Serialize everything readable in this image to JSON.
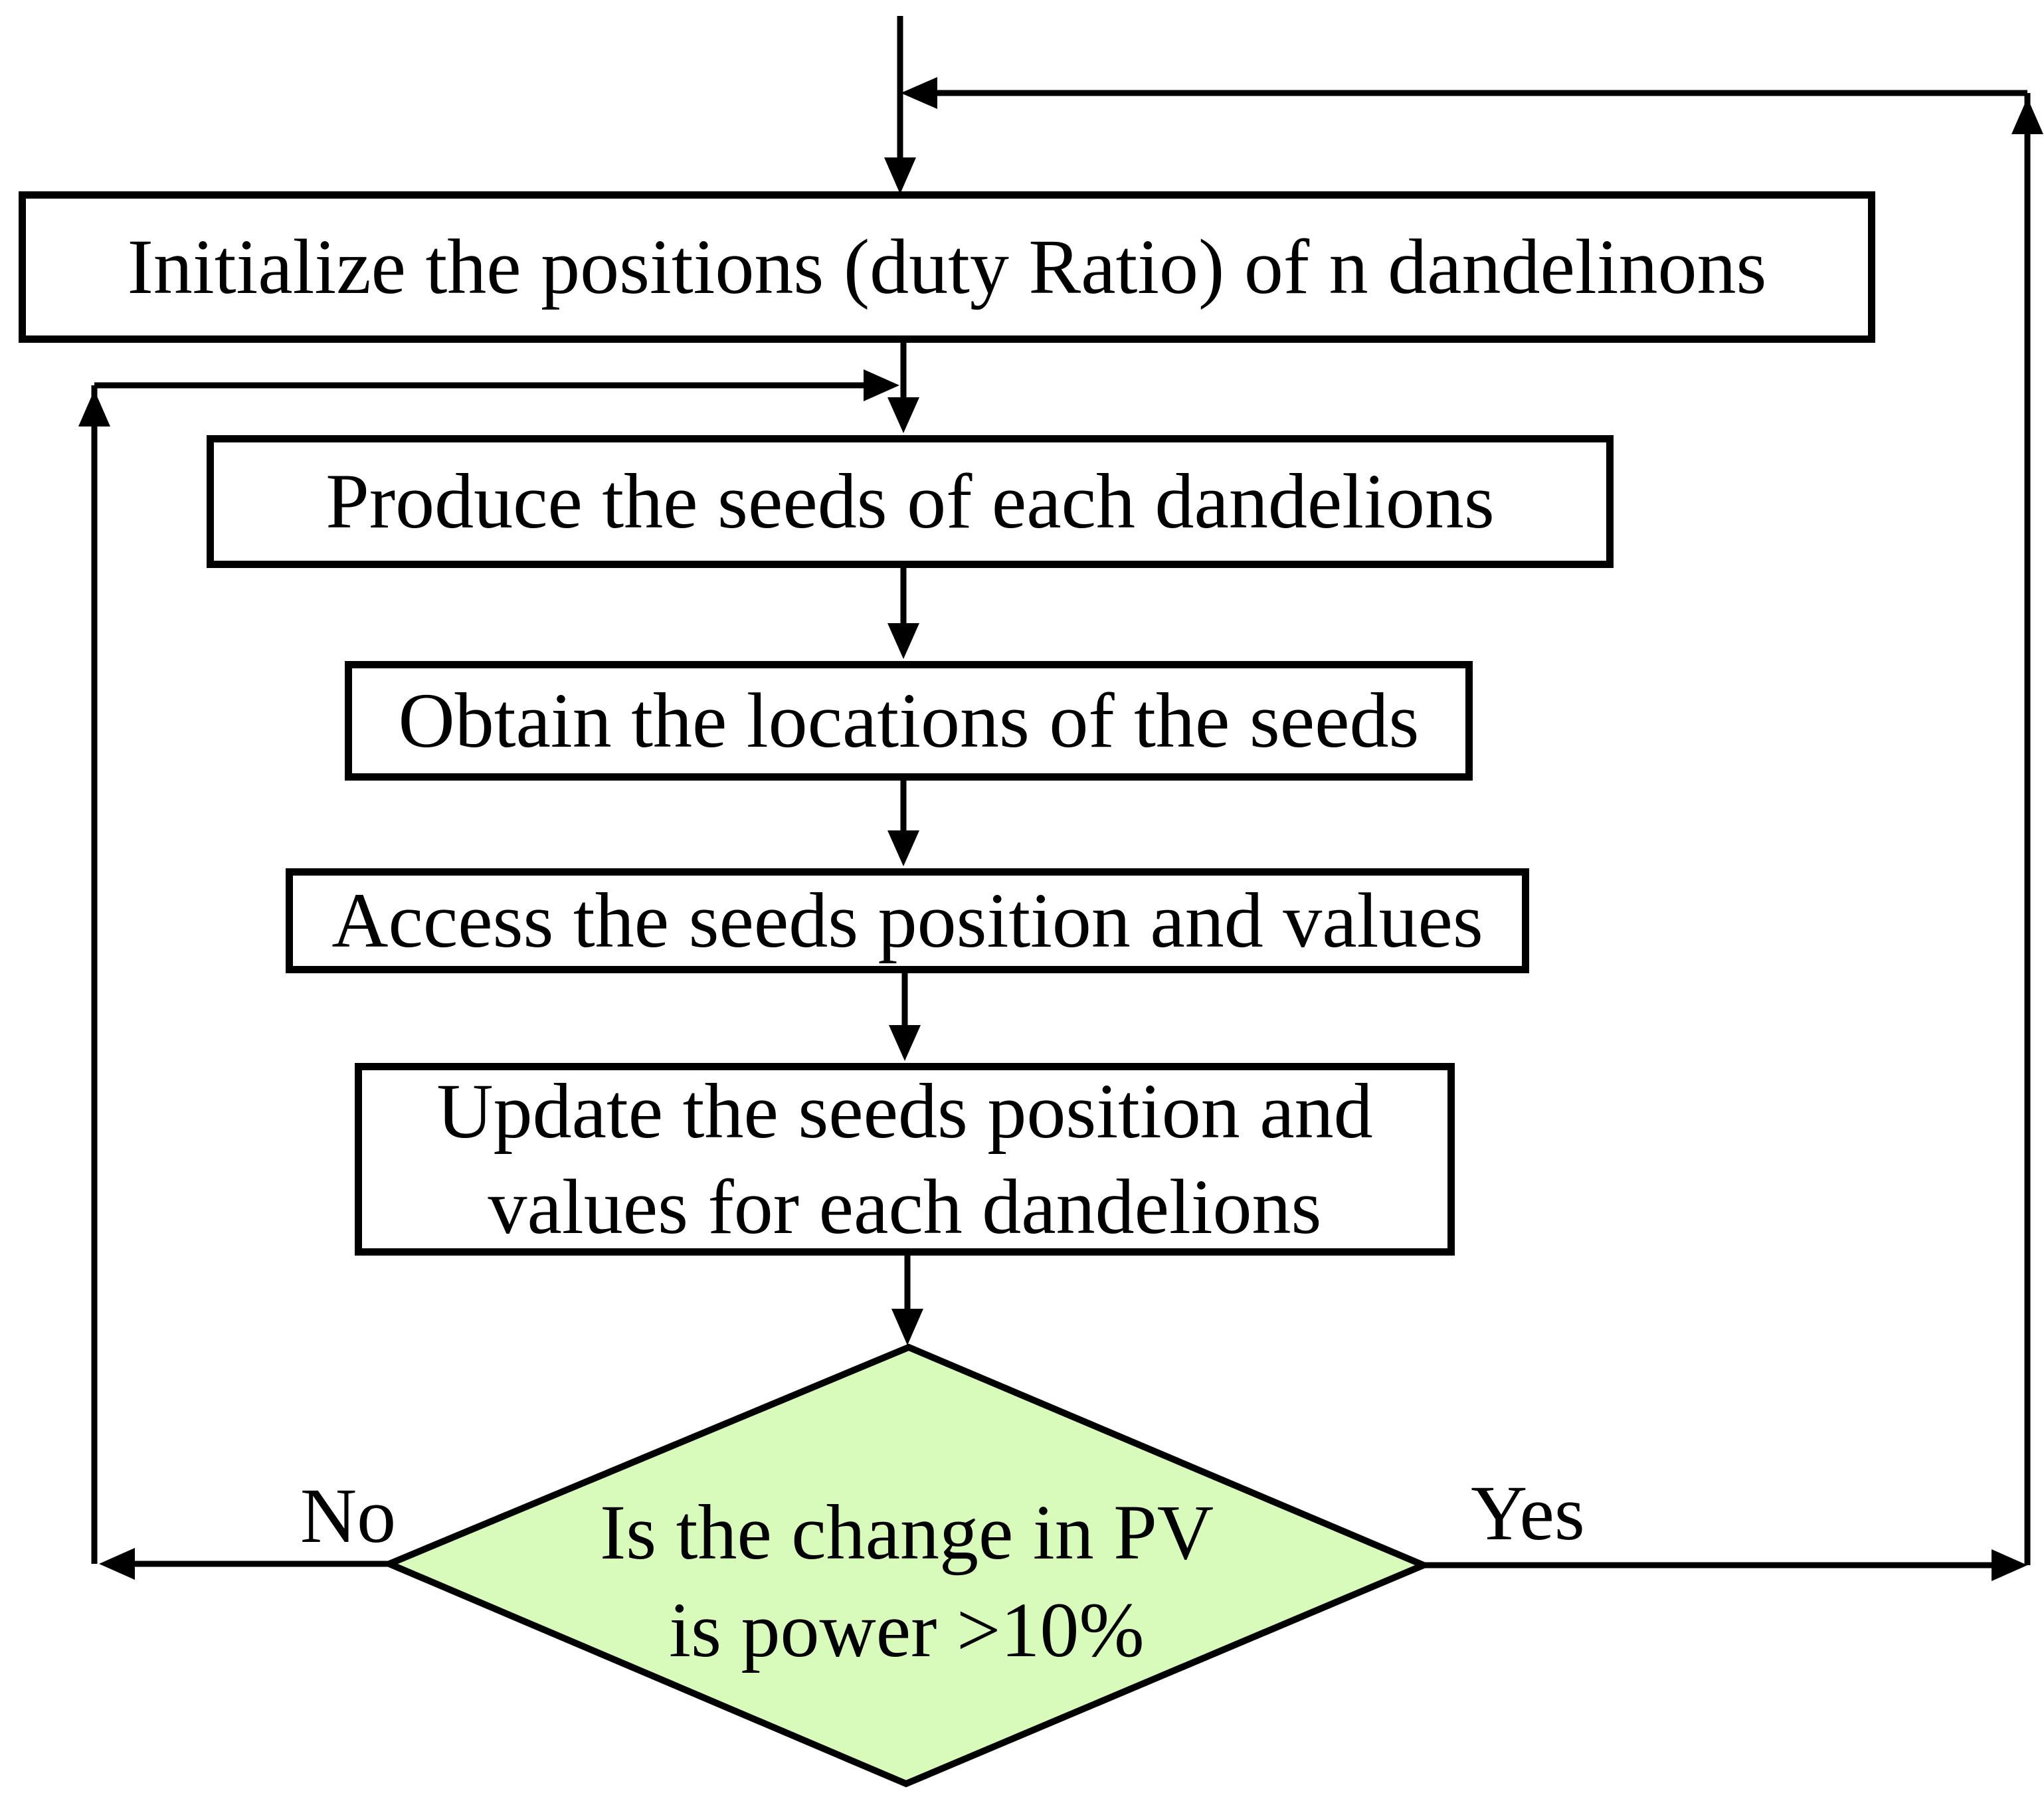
{
  "colors": {
    "line": "#000000",
    "decision_fill": "#d8fbbc",
    "background": "#ffffff"
  },
  "nodes": {
    "initialize": {
      "label": "Initialize the positions (duty Ratio) of n dandelinons"
    },
    "produce": {
      "label": "Produce the seeds of each dandelions"
    },
    "obtain": {
      "label": "Obtain the locations of the seeds"
    },
    "access": {
      "label": "Access the seeds position and values"
    },
    "update": {
      "line1": "Update the seeds position and",
      "line2": "values for each dandelions"
    },
    "decision": {
      "line1": "Is the change in PV",
      "line2": "is power >10%"
    }
  },
  "edge_labels": {
    "no": "No",
    "yes": "Yes"
  }
}
